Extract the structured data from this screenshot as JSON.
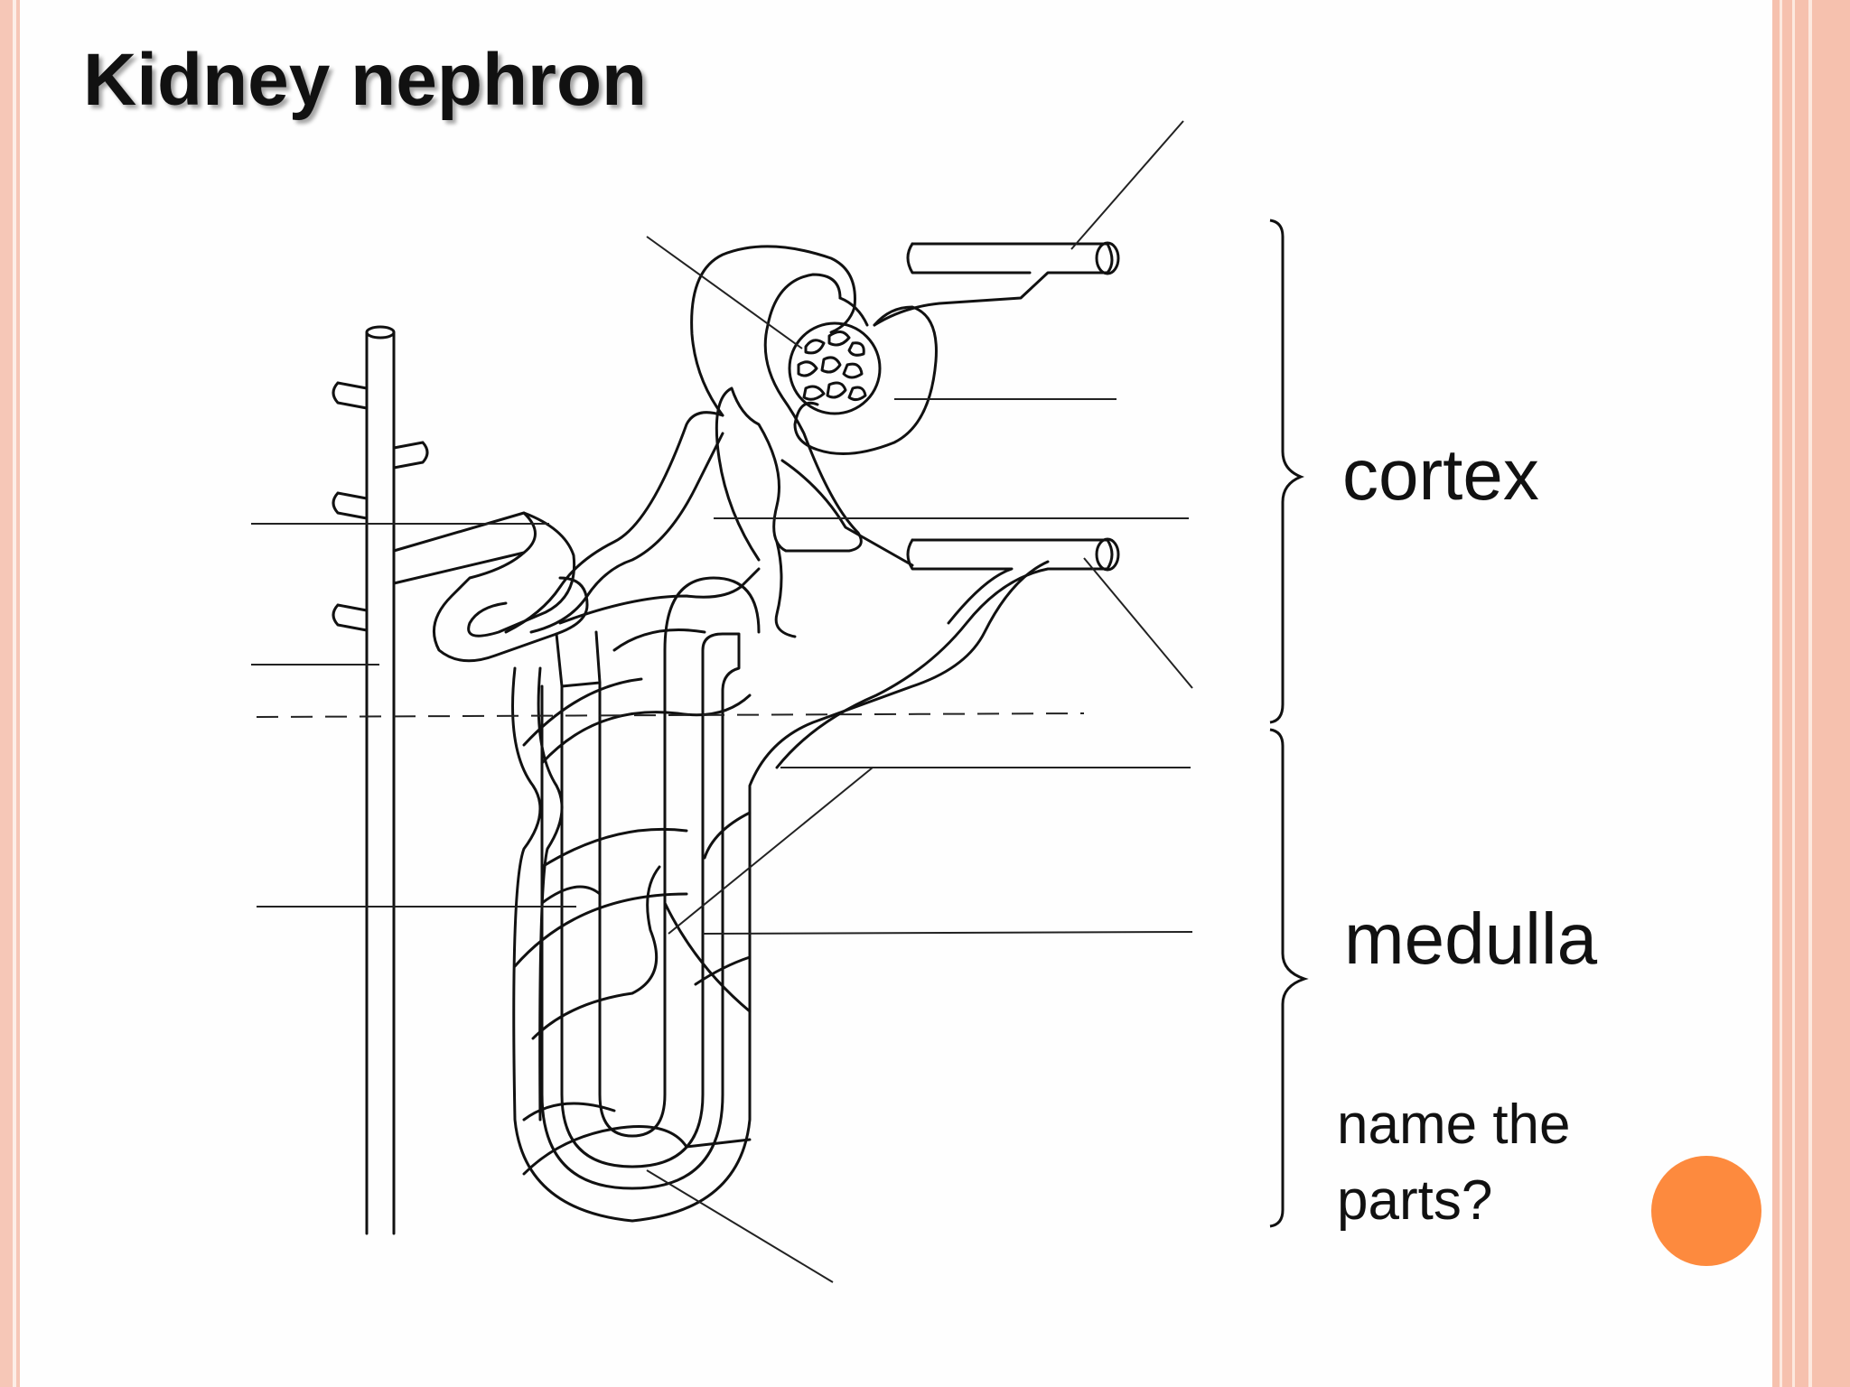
{
  "slide": {
    "title": "Kidney nephron",
    "region_labels": {
      "cortex": "cortex",
      "medulla": "medulla"
    },
    "question_line1": "name the",
    "question_line2": "parts?"
  },
  "colors": {
    "background": "#fefefe",
    "border_left": "#f6c7b7",
    "border_right": "#f6c1ae",
    "accent_dot": "#fd8a3e",
    "ink": "#111111"
  }
}
